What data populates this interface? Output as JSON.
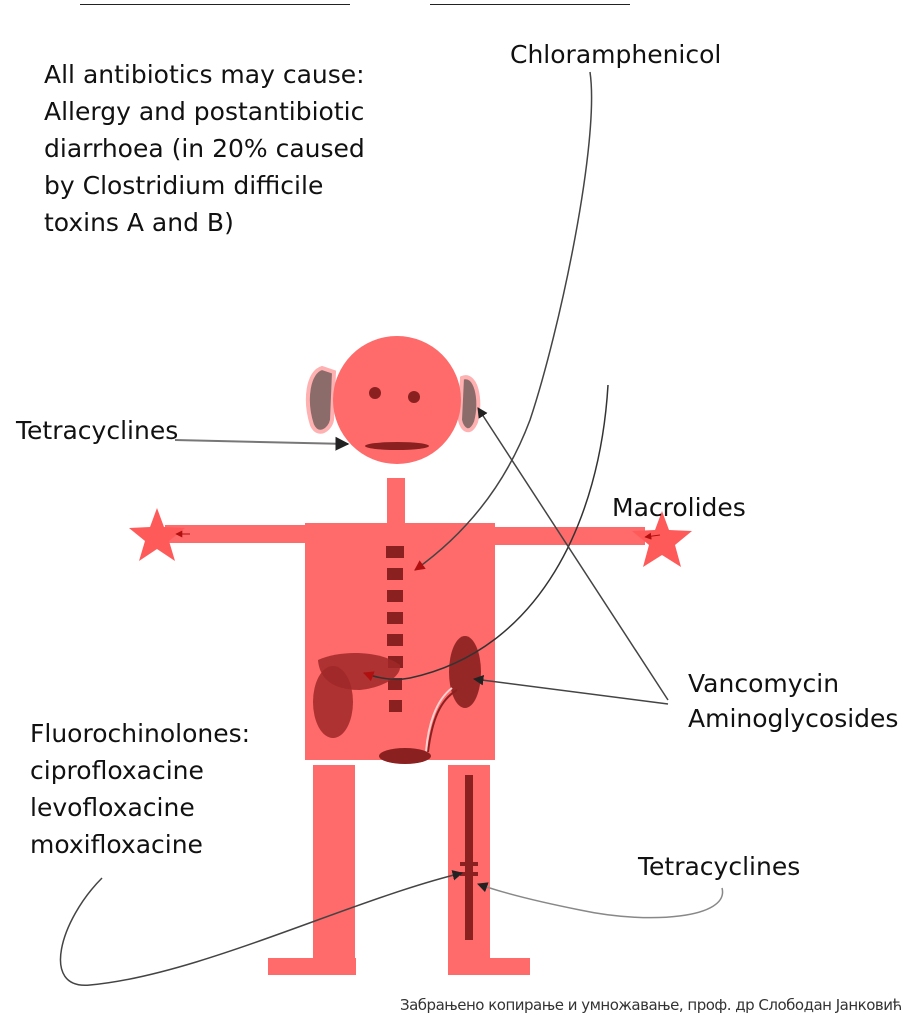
{
  "labels": {
    "general_note": "All antibiotics may cause:\nAllergy and postantibiotic\ndiarrhoea (in 20% caused\nby Clostridium difficile\ntoxins A and B)",
    "chloramphenicol": "Chloramphenicol",
    "tetracyclines_teeth": "Tetracyclines",
    "macrolides": "Macrolides",
    "vancomycin": "Vancomycin",
    "aminoglycosides": "Aminoglycosides",
    "fluoroquinolones": "Fluorochinolones:\nciprofloxacine\nlevofloxacine\nmoxifloxacine",
    "tetracyclines_bone": "Tetracyclines",
    "copyright": "Забрањено копирање и умножавање, проф. др Слободан Јанковић"
  },
  "colors": {
    "body": "#ff6a6a",
    "organ": "#8b2020",
    "ear": "#8c6b6b",
    "arrow": "#222222"
  }
}
